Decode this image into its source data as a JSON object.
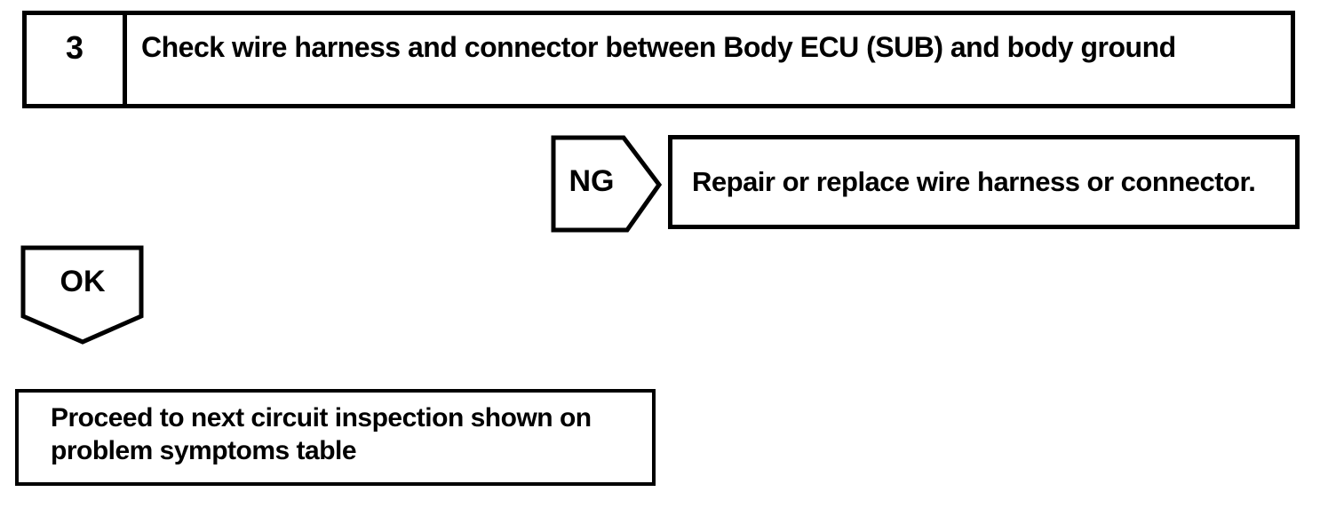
{
  "flowchart": {
    "step": {
      "number": "3",
      "title": "Check wire harness and connector between Body ECU (SUB) and body ground"
    },
    "ng_branch": {
      "label": "NG",
      "action": "Repair or replace wire harness or connector."
    },
    "ok_branch": {
      "label": "OK",
      "result_lines": [
        "Proceed to next circuit inspection shown on",
        "problem symptoms table"
      ]
    },
    "colors": {
      "ink": "#000000",
      "paper": "#ffffff"
    }
  }
}
